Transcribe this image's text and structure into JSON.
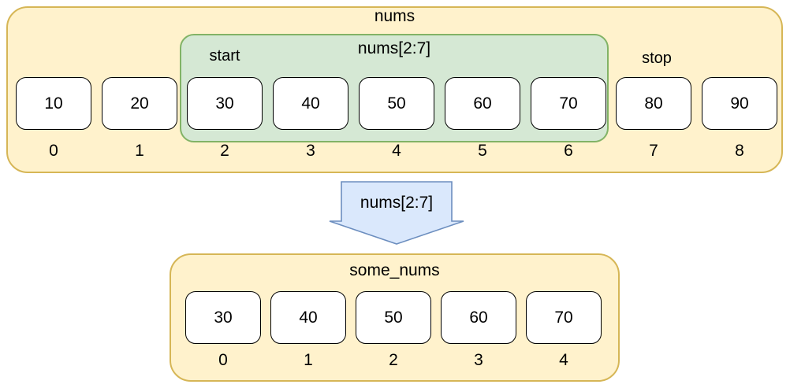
{
  "colors": {
    "container_fill": "#FFF2CC",
    "container_border": "#D6B656",
    "slice_fill": "#D5E8D4",
    "slice_border": "#82B366",
    "arrow_fill": "#DAE8FC",
    "arrow_border": "#6C8EBF",
    "box_fill": "#FFFFFF",
    "box_border": "#000000"
  },
  "top_list": {
    "title": "nums",
    "values": [
      "10",
      "20",
      "30",
      "40",
      "50",
      "60",
      "70",
      "80",
      "90"
    ],
    "indices": [
      "0",
      "1",
      "2",
      "3",
      "4",
      "5",
      "6",
      "7",
      "8"
    ],
    "slice": {
      "label": "nums[2:7]",
      "start_label": "start",
      "stop_label": "stop"
    }
  },
  "arrow": {
    "label": "nums[2:7]"
  },
  "result_list": {
    "title": "some_nums",
    "values": [
      "30",
      "40",
      "50",
      "60",
      "70"
    ],
    "indices": [
      "0",
      "1",
      "2",
      "3",
      "4"
    ]
  }
}
